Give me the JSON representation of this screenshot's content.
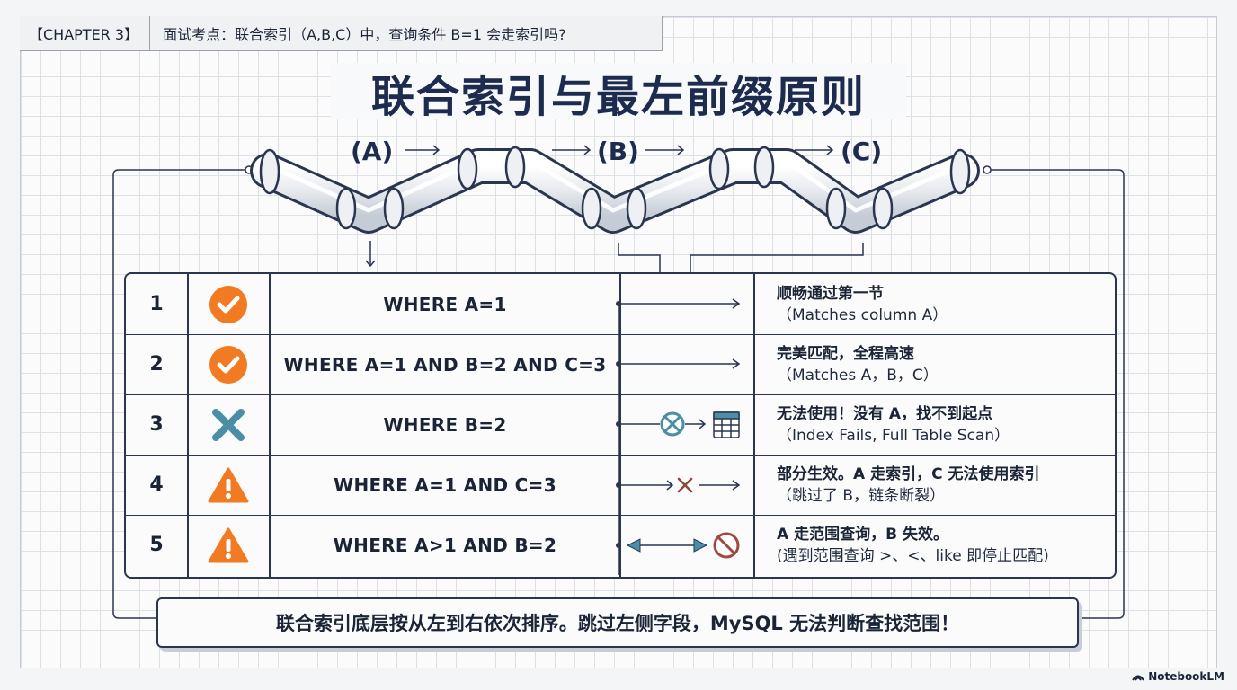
{
  "header": {
    "chapter": "【CHAPTER 3】",
    "question": "面试考点：联合索引（A,B,C）中，查询条件 B=1 会走索引吗?"
  },
  "title": "联合索引与最左前缀原则",
  "pipe_labels": [
    "(A)",
    "(B)",
    "(C)"
  ],
  "rows": [
    {
      "num": "1",
      "status": "check-icon",
      "status_color": "#f27a22",
      "query": "WHERE A=1",
      "result_title": "顺畅通过第一节",
      "result_note": "（Matches column A）"
    },
    {
      "num": "2",
      "status": "check-icon",
      "status_color": "#f27a22",
      "query": "WHERE A=1 AND B=2 AND C=3",
      "result_title": "完美匹配，全程高速",
      "result_note": "（Matches A，B，C）"
    },
    {
      "num": "3",
      "status": "cross-icon",
      "status_color": "#4a8fa6",
      "query": "WHERE B=2",
      "result_title": "无法使用！没有 A，找不到起点",
      "result_note": "（Index Fails, Full Table Scan）"
    },
    {
      "num": "4",
      "status": "warning-icon",
      "status_color": "#f27a22",
      "query": "WHERE A=1 AND C=3",
      "result_title": "部分生效。A 走索引，C 无法使用索引",
      "result_note": "（跳过了 B，链条断裂）"
    },
    {
      "num": "5",
      "status": "warning-icon",
      "status_color": "#f27a22",
      "query": "WHERE A>1 AND B=2",
      "result_title": "A 走范围查询，B 失效。",
      "result_note": "(遇到范围查询 >、<、like 即停止匹配)"
    }
  ],
  "summary": "联合索引底层按从左到右依次排序。跳过左侧字段，MySQL 无法判断查找范围！",
  "brand": "NotebookLM",
  "colors": {
    "ink": "#1d2b4f",
    "orange": "#f27a22",
    "teal": "#4a8fa6"
  }
}
